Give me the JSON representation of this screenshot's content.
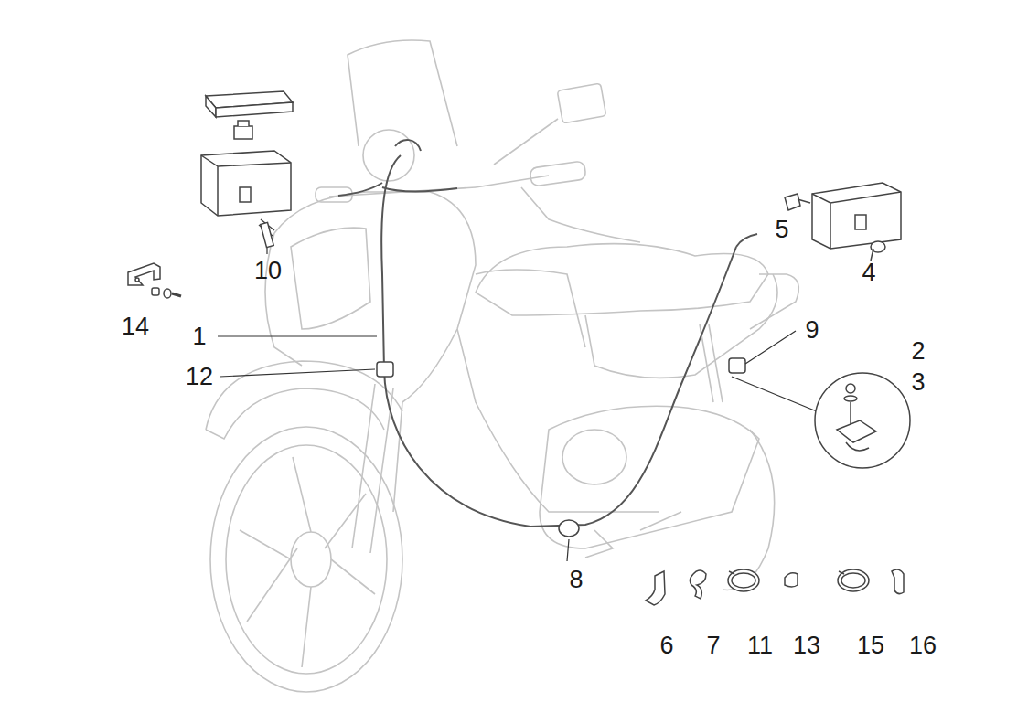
{
  "diagram": {
    "labels": [
      "14",
      "10",
      "5",
      "4",
      "1",
      "9",
      "2",
      "3",
      "12",
      "8",
      "6",
      "7",
      "11",
      "13",
      "15",
      "16"
    ]
  }
}
